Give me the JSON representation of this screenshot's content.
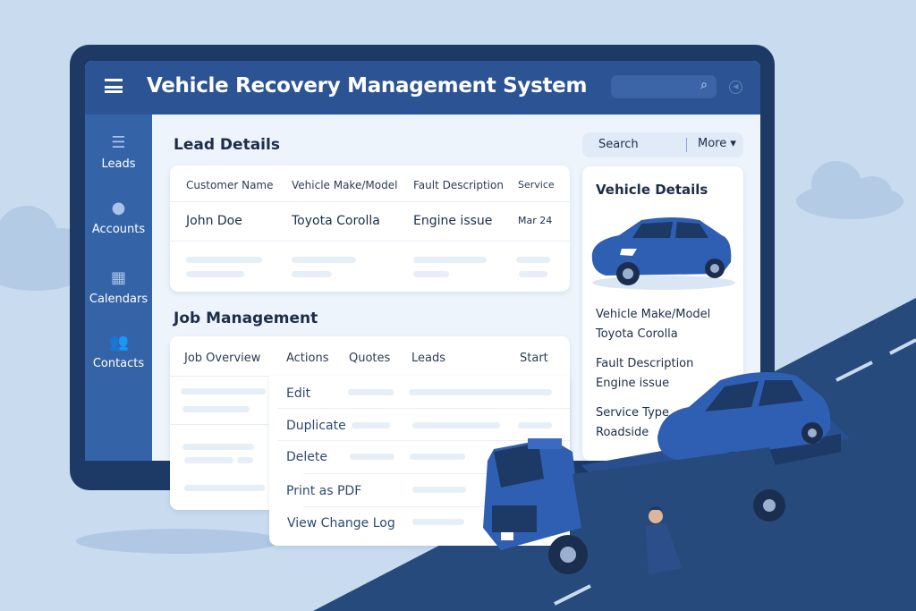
{
  "app": {
    "title": "Vehicle Recovery Management System",
    "search_icon": "search-icon",
    "menu_icon": "hamburger-icon"
  },
  "sidebar": {
    "items": [
      {
        "label": "Leads",
        "icon": "list-icon"
      },
      {
        "label": "Accounts",
        "icon": "bag-icon"
      },
      {
        "label": "Calendars",
        "icon": "calendar-icon"
      },
      {
        "label": "Contacts",
        "icon": "contacts-icon"
      }
    ]
  },
  "lead_details": {
    "title": "Lead Details",
    "columns": [
      "Customer Name",
      "Vehicle Make/Model",
      "Fault Description",
      "Service"
    ],
    "rows": [
      [
        "John Doe",
        "Toyota Corolla",
        "Engine issue",
        "Mar 24"
      ]
    ]
  },
  "toolbar": {
    "search_label": "Search",
    "more_label": "More ▾"
  },
  "vehicle_details": {
    "title": "Vehicle Details",
    "fields": [
      {
        "label": "Vehicle Make/Model",
        "value": "Toyota Corolla"
      },
      {
        "label": "Fault Description",
        "value": "Engine issue"
      },
      {
        "label": "Service Type",
        "value": "Roadside"
      }
    ]
  },
  "job_management": {
    "title": "Job Management",
    "columns": [
      "Job Overview",
      "Actions",
      "Quotes",
      "Leads",
      "Start"
    ],
    "actions_menu": [
      "Edit",
      "Duplicate",
      "Delete",
      "Print as PDF",
      "View Change Log"
    ]
  },
  "colors": {
    "header": "#2c5494",
    "sidebar": "#3563a8",
    "frame": "#1d3a66",
    "vehicle": "#2f5fb3",
    "background": "#c9dbef"
  }
}
